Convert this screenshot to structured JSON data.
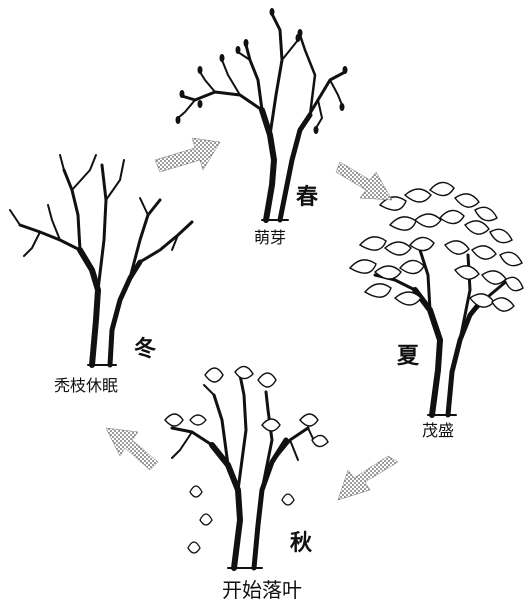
{
  "seasons": {
    "spring": {
      "name": "春",
      "caption": "萌芽"
    },
    "summer": {
      "name": "夏",
      "caption": "茂盛"
    },
    "autumn": {
      "name": "秋",
      "caption": "开始落叶"
    },
    "winter": {
      "name": "冬",
      "caption": "秃枝休眠"
    }
  },
  "colors": {
    "ink": "#111111",
    "arrow": "#8a8a8a"
  },
  "icons": [
    "spring-tree-icon",
    "summer-tree-icon",
    "autumn-tree-icon",
    "winter-tree-icon",
    "cycle-arrow-icon",
    "falling-leaf-icon"
  ]
}
